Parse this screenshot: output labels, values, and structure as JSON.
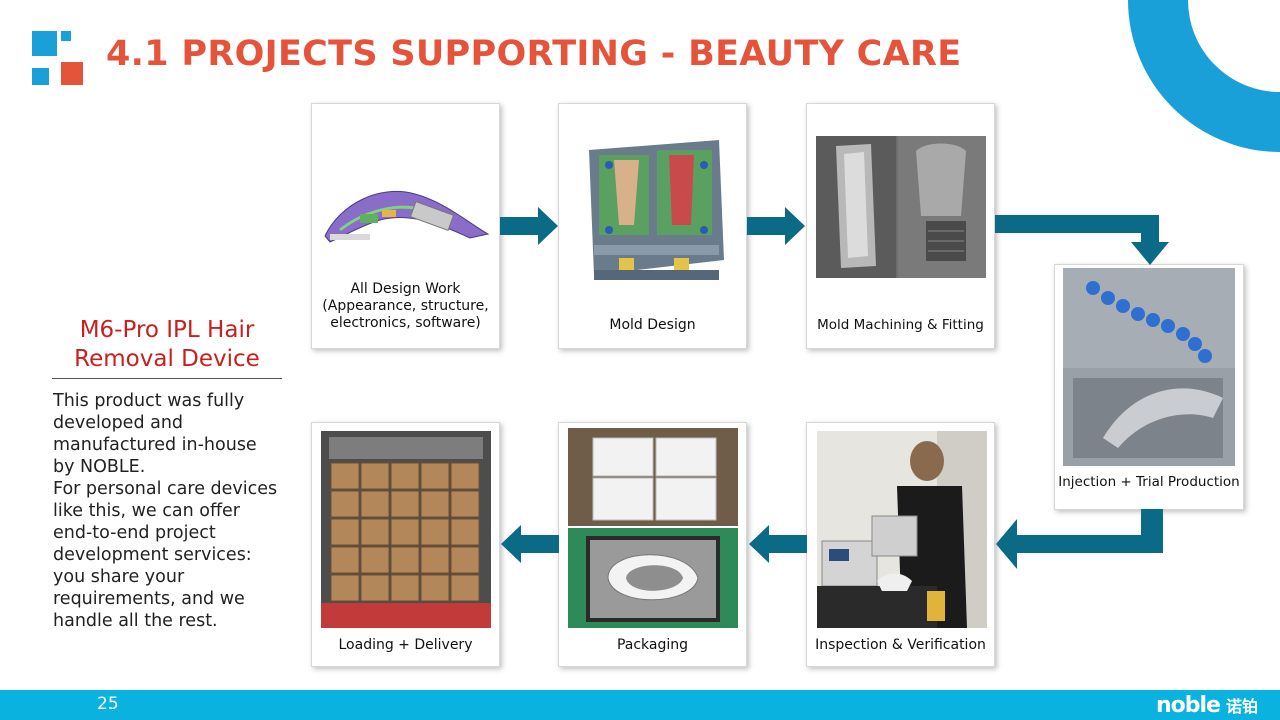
{
  "header": {
    "title": "4.1 PROJECTS SUPPORTING - BEAUTY CARE"
  },
  "steps": [
    {
      "caption": "All Design Work\n(Appearance, structure,\nelectronics, software)",
      "image": "cad-device-model-image"
    },
    {
      "caption": "Mold Design",
      "image": "mold-design-render-image"
    },
    {
      "caption": "Mold Machining & Fitting",
      "image": "mold-machining-photo"
    },
    {
      "caption": "Injection + Trial Production",
      "image": "injection-molding-photo"
    },
    {
      "caption": "Inspection & Verification",
      "image": "inspection-worker-photo"
    },
    {
      "caption": "Packaging",
      "image": "packaging-box-photo"
    },
    {
      "caption": "Loading + Delivery",
      "image": "container-loading-photo"
    }
  ],
  "product": {
    "name": "M6-Pro IPL Hair Removal Device",
    "description": "This product was fully developed and manufactured in-house by NOBLE.\nFor personal care devices like this, we can offer end-to-end project development services: you share your requirements, and we handle all the rest."
  },
  "footer": {
    "page_number": "25",
    "brand_name": "noble",
    "brand_name_cn": "诺铂"
  },
  "colors": {
    "accent_red": "#e5533a",
    "accent_blue": "#1aa0d8",
    "arrow_teal": "#0b6b86",
    "footer_blue": "#0ab2e0",
    "product_red": "#c8201f"
  }
}
